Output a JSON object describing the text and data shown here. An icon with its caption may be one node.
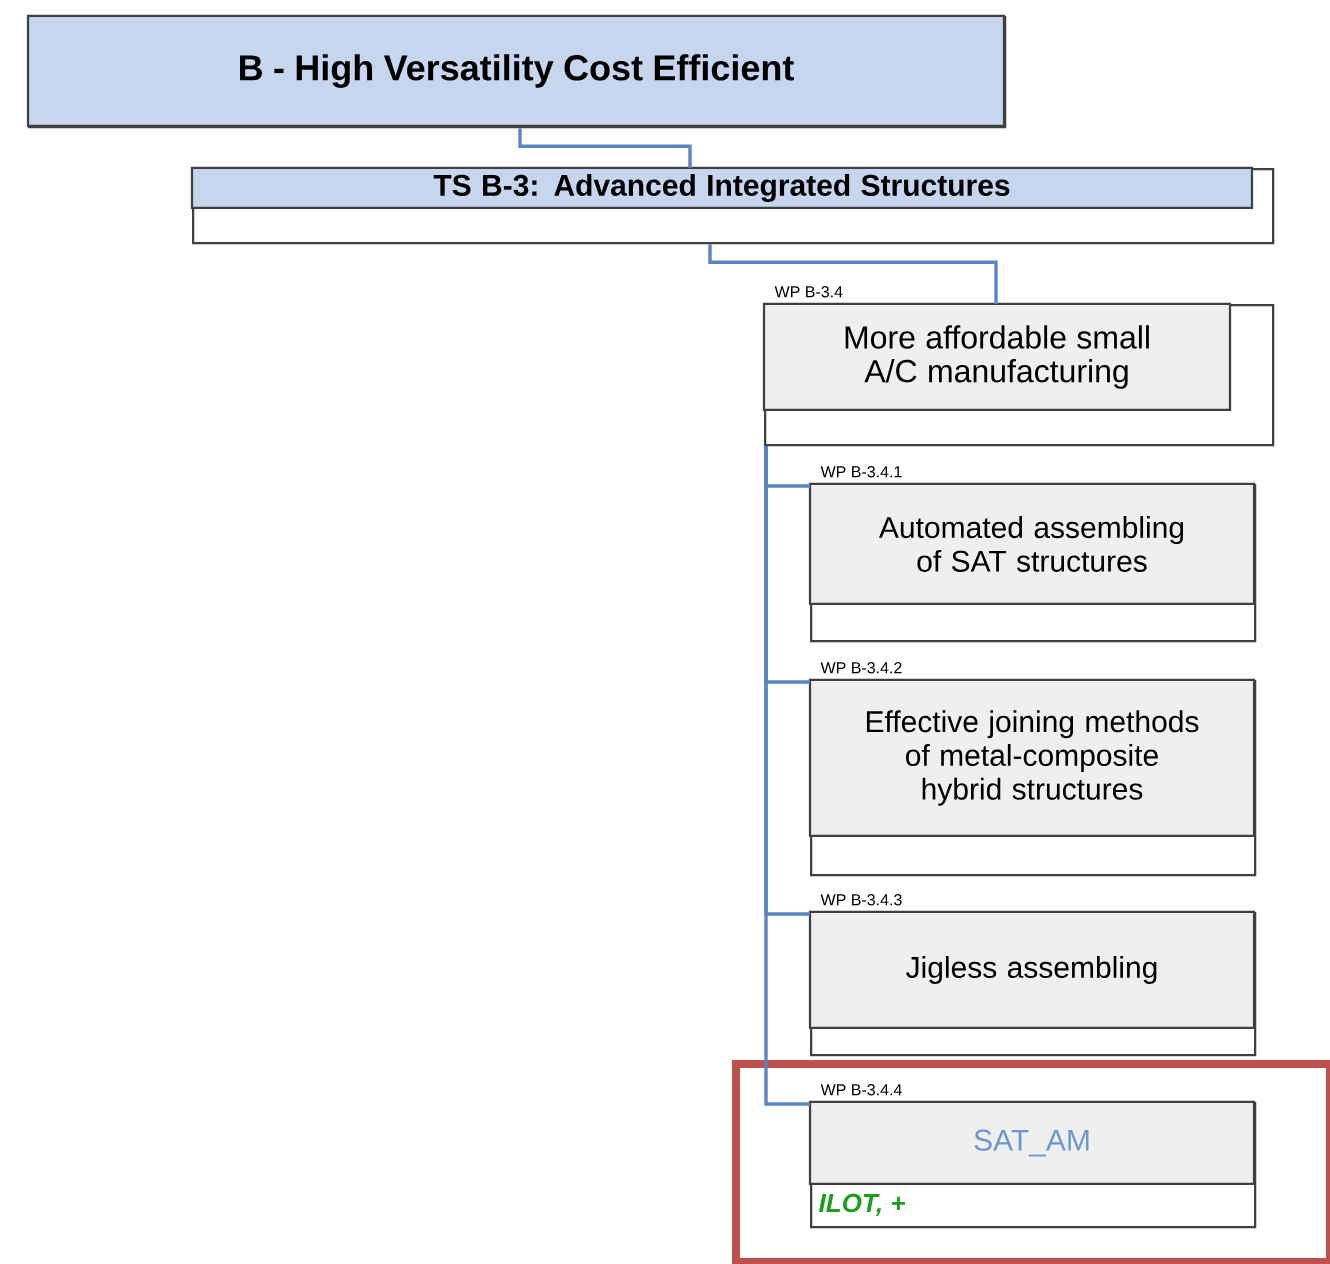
{
  "diagram": {
    "nodes": [
      {
        "text": [
          "B - High Versatility Cost Efficient"
        ]
      },
      {
        "text": [
          "TS B-3: Advanced Integrated Structures"
        ]
      },
      {
        "text": [
          "More affordable small A/C manufacturing"
        ],
        "beside": [
          "WP B-3.4"
        ]
      },
      {
        "text": [
          "Automated assembling of SAT structures"
        ],
        "beside": [
          "WP B-3.4.1"
        ]
      },
      {
        "text": [
          "Effective joining methods of metal-composite hybrid structures"
        ],
        "beside": [
          "WP B-3.4.2"
        ]
      },
      {
        "text": [
          "Jigless assembling"
        ],
        "beside": [
          "WP B-3.4.3"
        ]
      },
      {
        "text": [],
        "shape": "box"
      },
      {
        "text": [
          "SAT_AM",
          "ILOT, +"
        ],
        "beside": [
          "WP B-3.4.4"
        ],
        "in": 6
      }
    ],
    "edges": [
      {
        "from": 0,
        "to": 1,
        "arrow": "none"
      },
      {
        "from": 1,
        "to": 2,
        "arrow": "none"
      },
      {
        "from": 2,
        "to": 3,
        "arrow": "none"
      },
      {
        "from": 2,
        "to": 4,
        "arrow": "none"
      },
      {
        "from": 2,
        "to": 5,
        "arrow": "none"
      },
      {
        "from": 2,
        "to": 7,
        "arrow": "none"
      }
    ]
  }
}
